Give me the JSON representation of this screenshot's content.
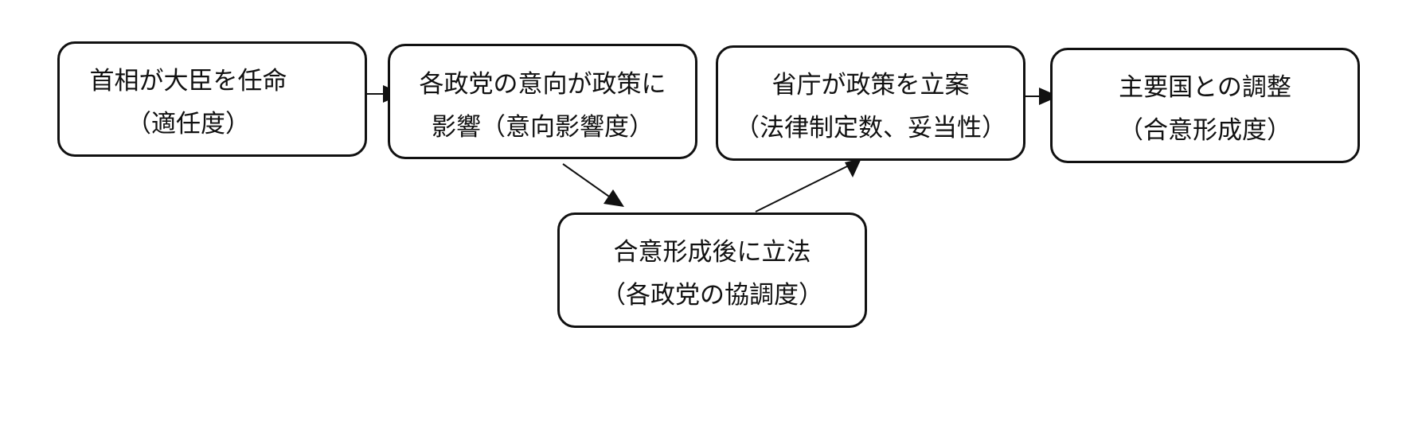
{
  "nodes": {
    "appoint": {
      "line1": "首相が大臣を任命",
      "line2": "（適任度）"
    },
    "parties": {
      "line1": "各政党の意向が政策に",
      "line2": "影響（意向影響度）"
    },
    "ministries": {
      "line1": "省庁が政策を立案",
      "line2": "（法律制定数、妥当性）"
    },
    "international": {
      "line1": "主要国との調整",
      "line2": "（合意形成度）"
    },
    "legislation": {
      "line1": "合意形成後に立法",
      "line2": "（各政党の協調度）"
    }
  },
  "colors": {
    "stroke": "#111111",
    "background": "#ffffff"
  }
}
